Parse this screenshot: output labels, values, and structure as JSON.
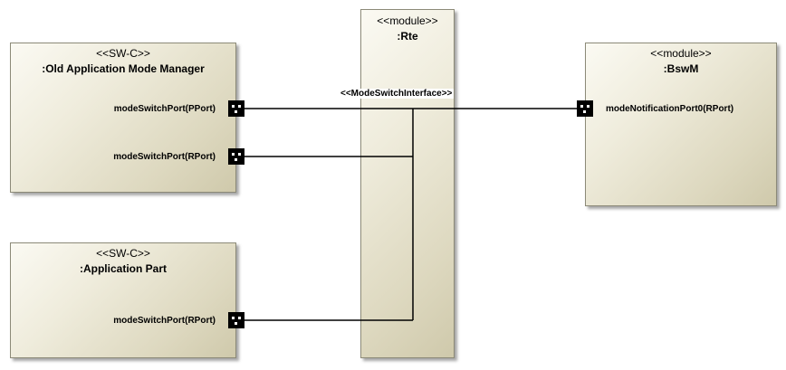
{
  "old_manager": {
    "stereotype": "<<SW-C>>",
    "name": ":Old Application Mode Manager",
    "ports": [
      {
        "label": "modeSwitchPort(PPort)"
      },
      {
        "label": "modeSwitchPort(RPort)"
      }
    ]
  },
  "app_part": {
    "stereotype": "<<SW-C>>",
    "name": ":Application  Part",
    "ports": [
      {
        "label": "modeSwitchPort(RPort)"
      }
    ]
  },
  "rte": {
    "stereotype": "<<module>>",
    "name": ":Rte"
  },
  "bswm": {
    "stereotype": "<<module>>",
    "name": ":BswM",
    "ports": [
      {
        "label": "modeNotificationPort0(RPort)"
      }
    ]
  },
  "interface_label": "<<ModeSwitchInterface>>"
}
